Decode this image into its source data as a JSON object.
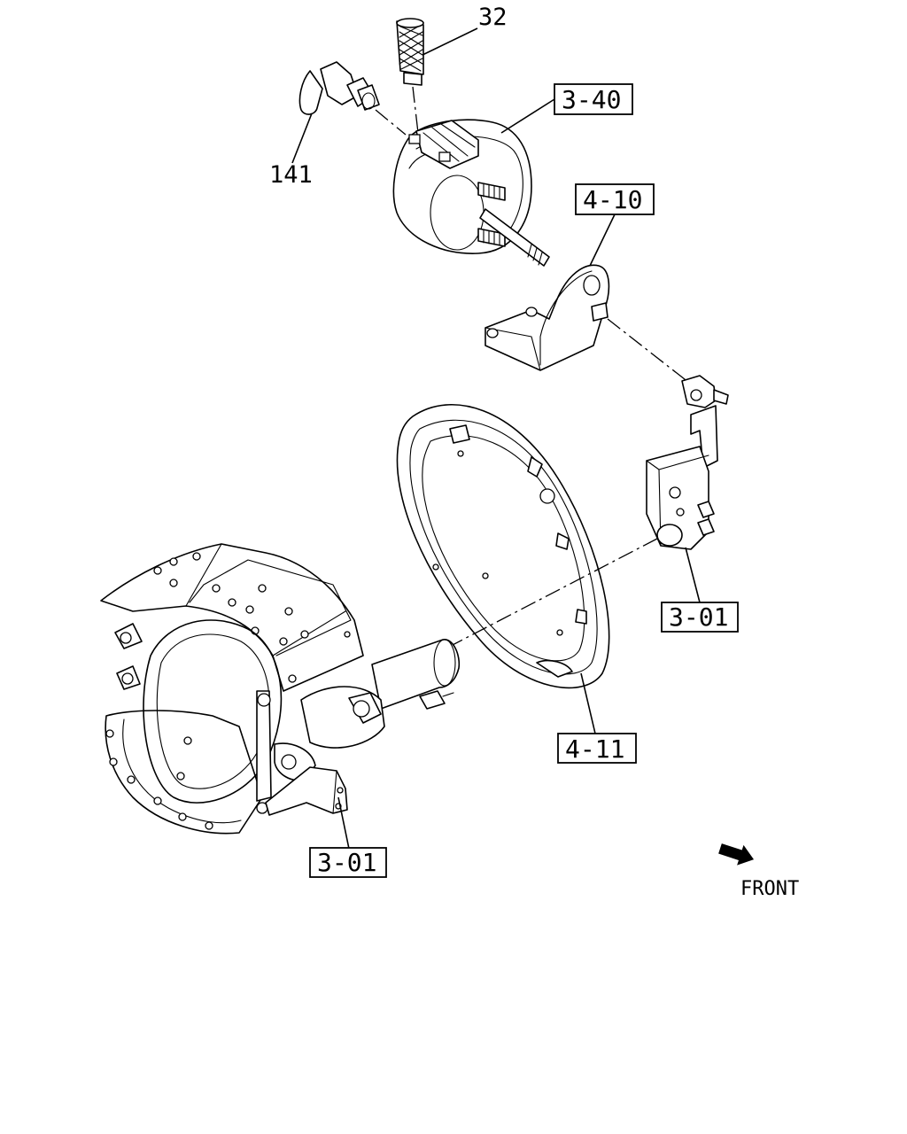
{
  "callouts": {
    "item_32": "32",
    "item_141": "141",
    "ref_3_40": "3-40",
    "ref_4_10": "4-10",
    "ref_3_01_upper": "3-01",
    "ref_4_11": "4-11",
    "ref_3_01_lower": "3-01"
  },
  "direction_label": "FRONT"
}
